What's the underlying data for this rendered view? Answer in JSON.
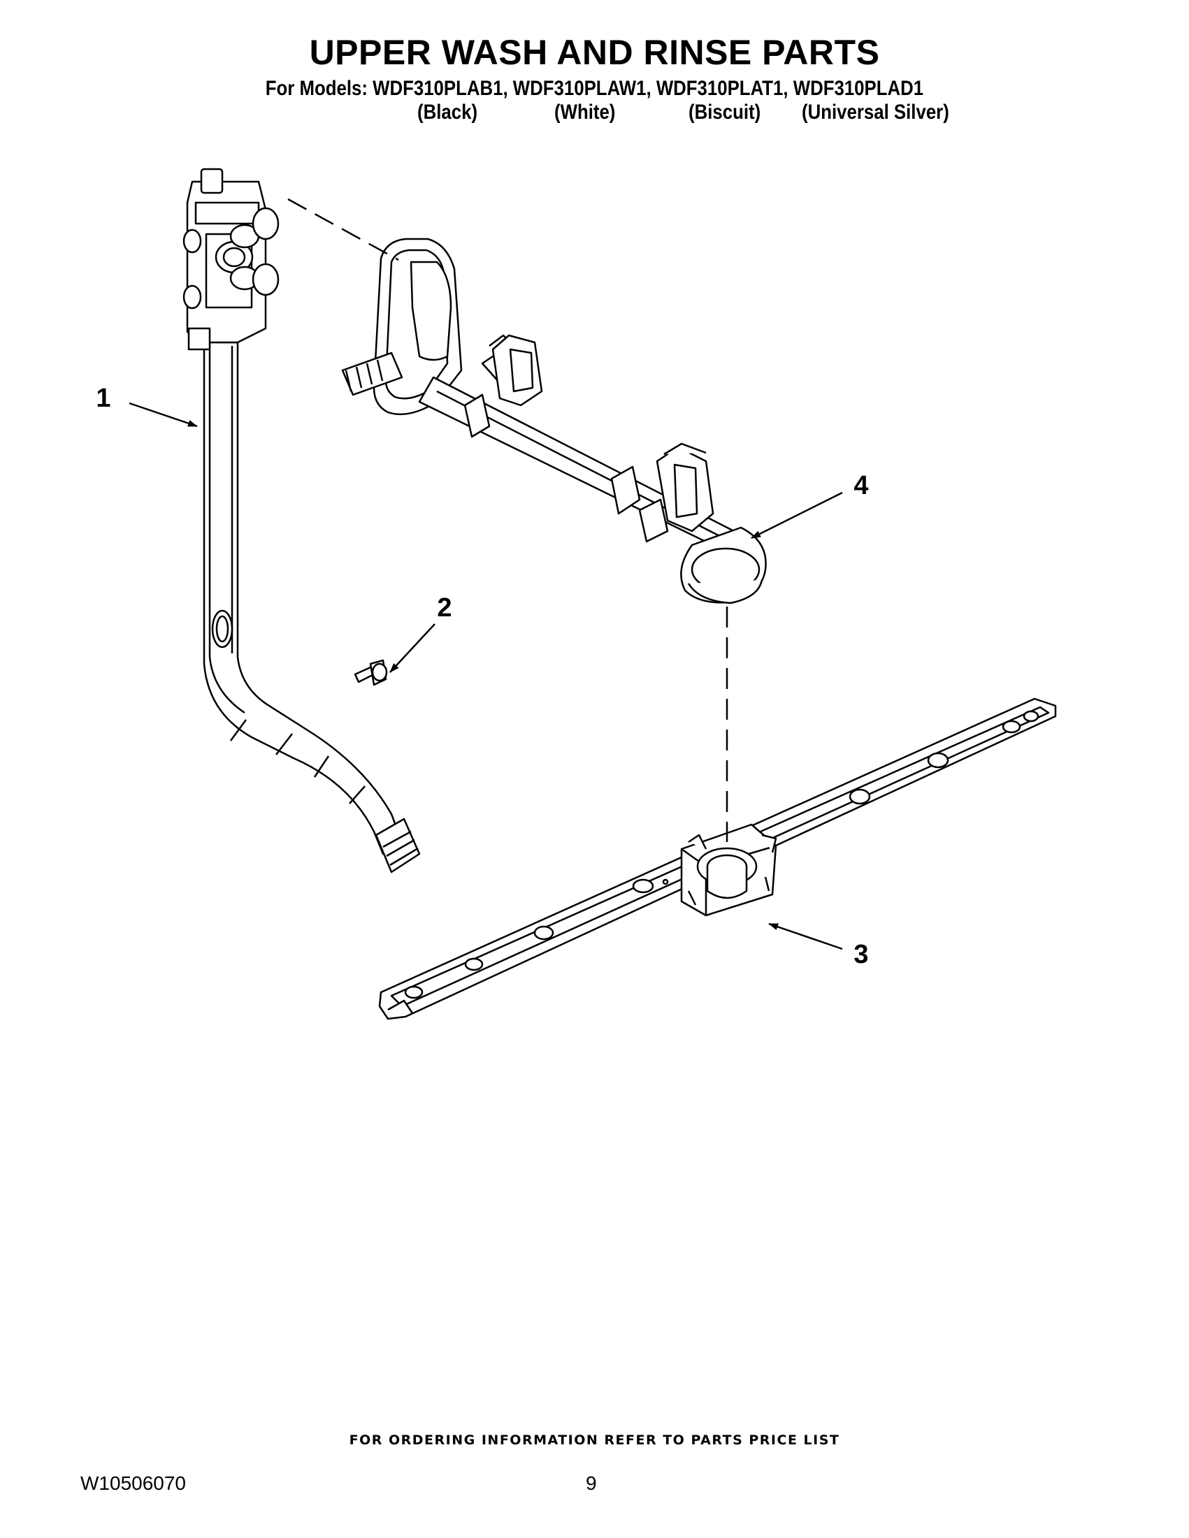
{
  "header": {
    "title": "UPPER WASH AND RINSE PARTS",
    "models_line": "For Models: WDF310PLAB1, WDF310PLAW1, WDF310PLAT1, WDF310PLAD1",
    "colors": [
      "(Black)",
      "(White)",
      "(Biscuit)",
      "(Universal Silver)"
    ]
  },
  "callouts": [
    "1",
    "2",
    "3",
    "4"
  ],
  "footer": {
    "note": "FOR ORDERING INFORMATION REFER TO PARTS PRICE LIST",
    "doc_number": "W10506070",
    "page_number": "9"
  }
}
